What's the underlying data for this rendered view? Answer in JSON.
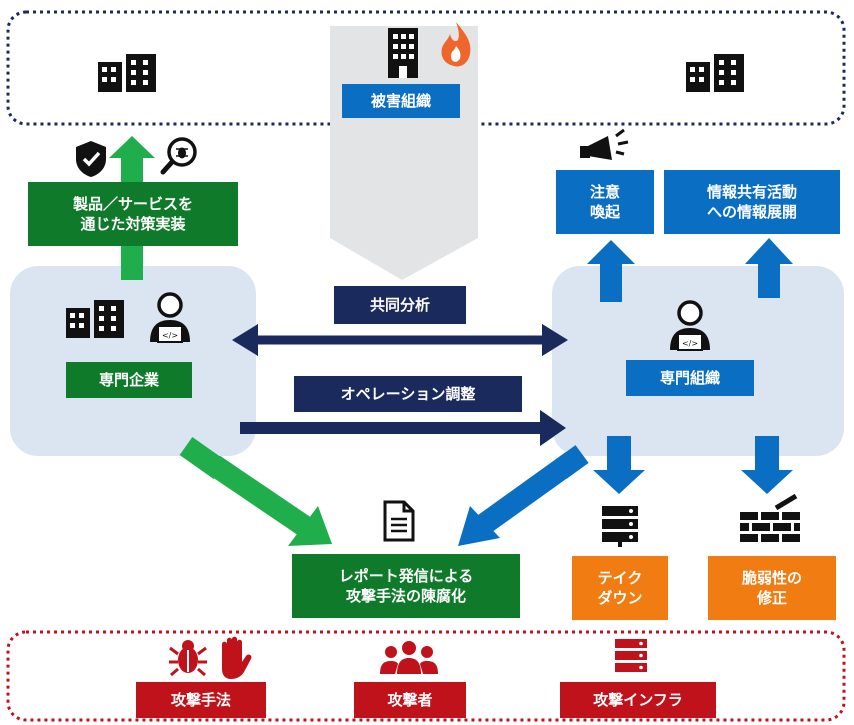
{
  "top": {
    "victim_label": "被害組織"
  },
  "left": {
    "measures_label": "製品／サービスを\n通じた対策実装",
    "company_label": "専門企業"
  },
  "right": {
    "alert_label": "注意\n喚起",
    "sharing_label": "情報共有活動\nへの情報展開",
    "org_label": "専門組織"
  },
  "center": {
    "joint_analysis": "共同分析",
    "operation_coordination": "オペレーション調整",
    "report_label": "レポート発信による\n攻撃手法の陳腐化"
  },
  "actions": {
    "takedown": "テイク\nダウン",
    "vuln_fix": "脆弱性の\n修正"
  },
  "bottom": {
    "method": "攻撃手法",
    "attacker": "攻撃者",
    "infra": "攻撃インフラ"
  },
  "colors": {
    "navy": "#1b2a5c",
    "blue": "#0a6ec2",
    "green": "#0f7a2a",
    "arrow_green": "#1fae4b",
    "orange": "#f07c12",
    "red": "#c0121a",
    "panel": "#dbe4f1"
  }
}
